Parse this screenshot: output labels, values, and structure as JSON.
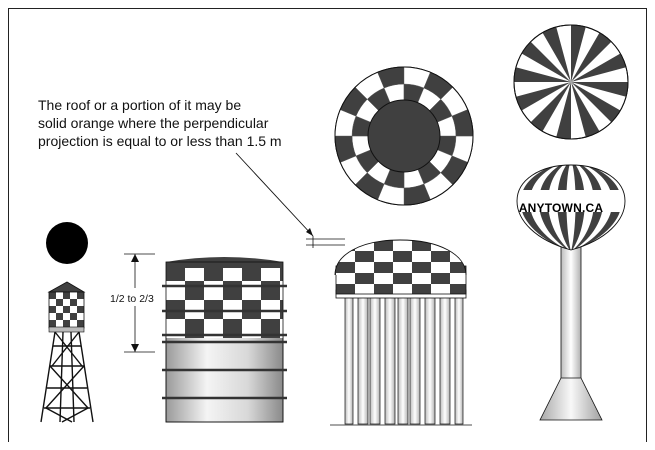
{
  "annotation": {
    "lines": [
      "The roof or a portion of it may be",
      "solid orange where the perpendicular",
      "projection is equal to or less than 1.5 m"
    ]
  },
  "dimension_label": "1/2 to 2/3",
  "tower_sign": "ANYTOWN.CA",
  "colors": {
    "dark": "#404040",
    "light": "#ffffff",
    "outline": "#111111",
    "metal_light": "#f2f2f2",
    "metal_dark": "#8a8a8a"
  }
}
